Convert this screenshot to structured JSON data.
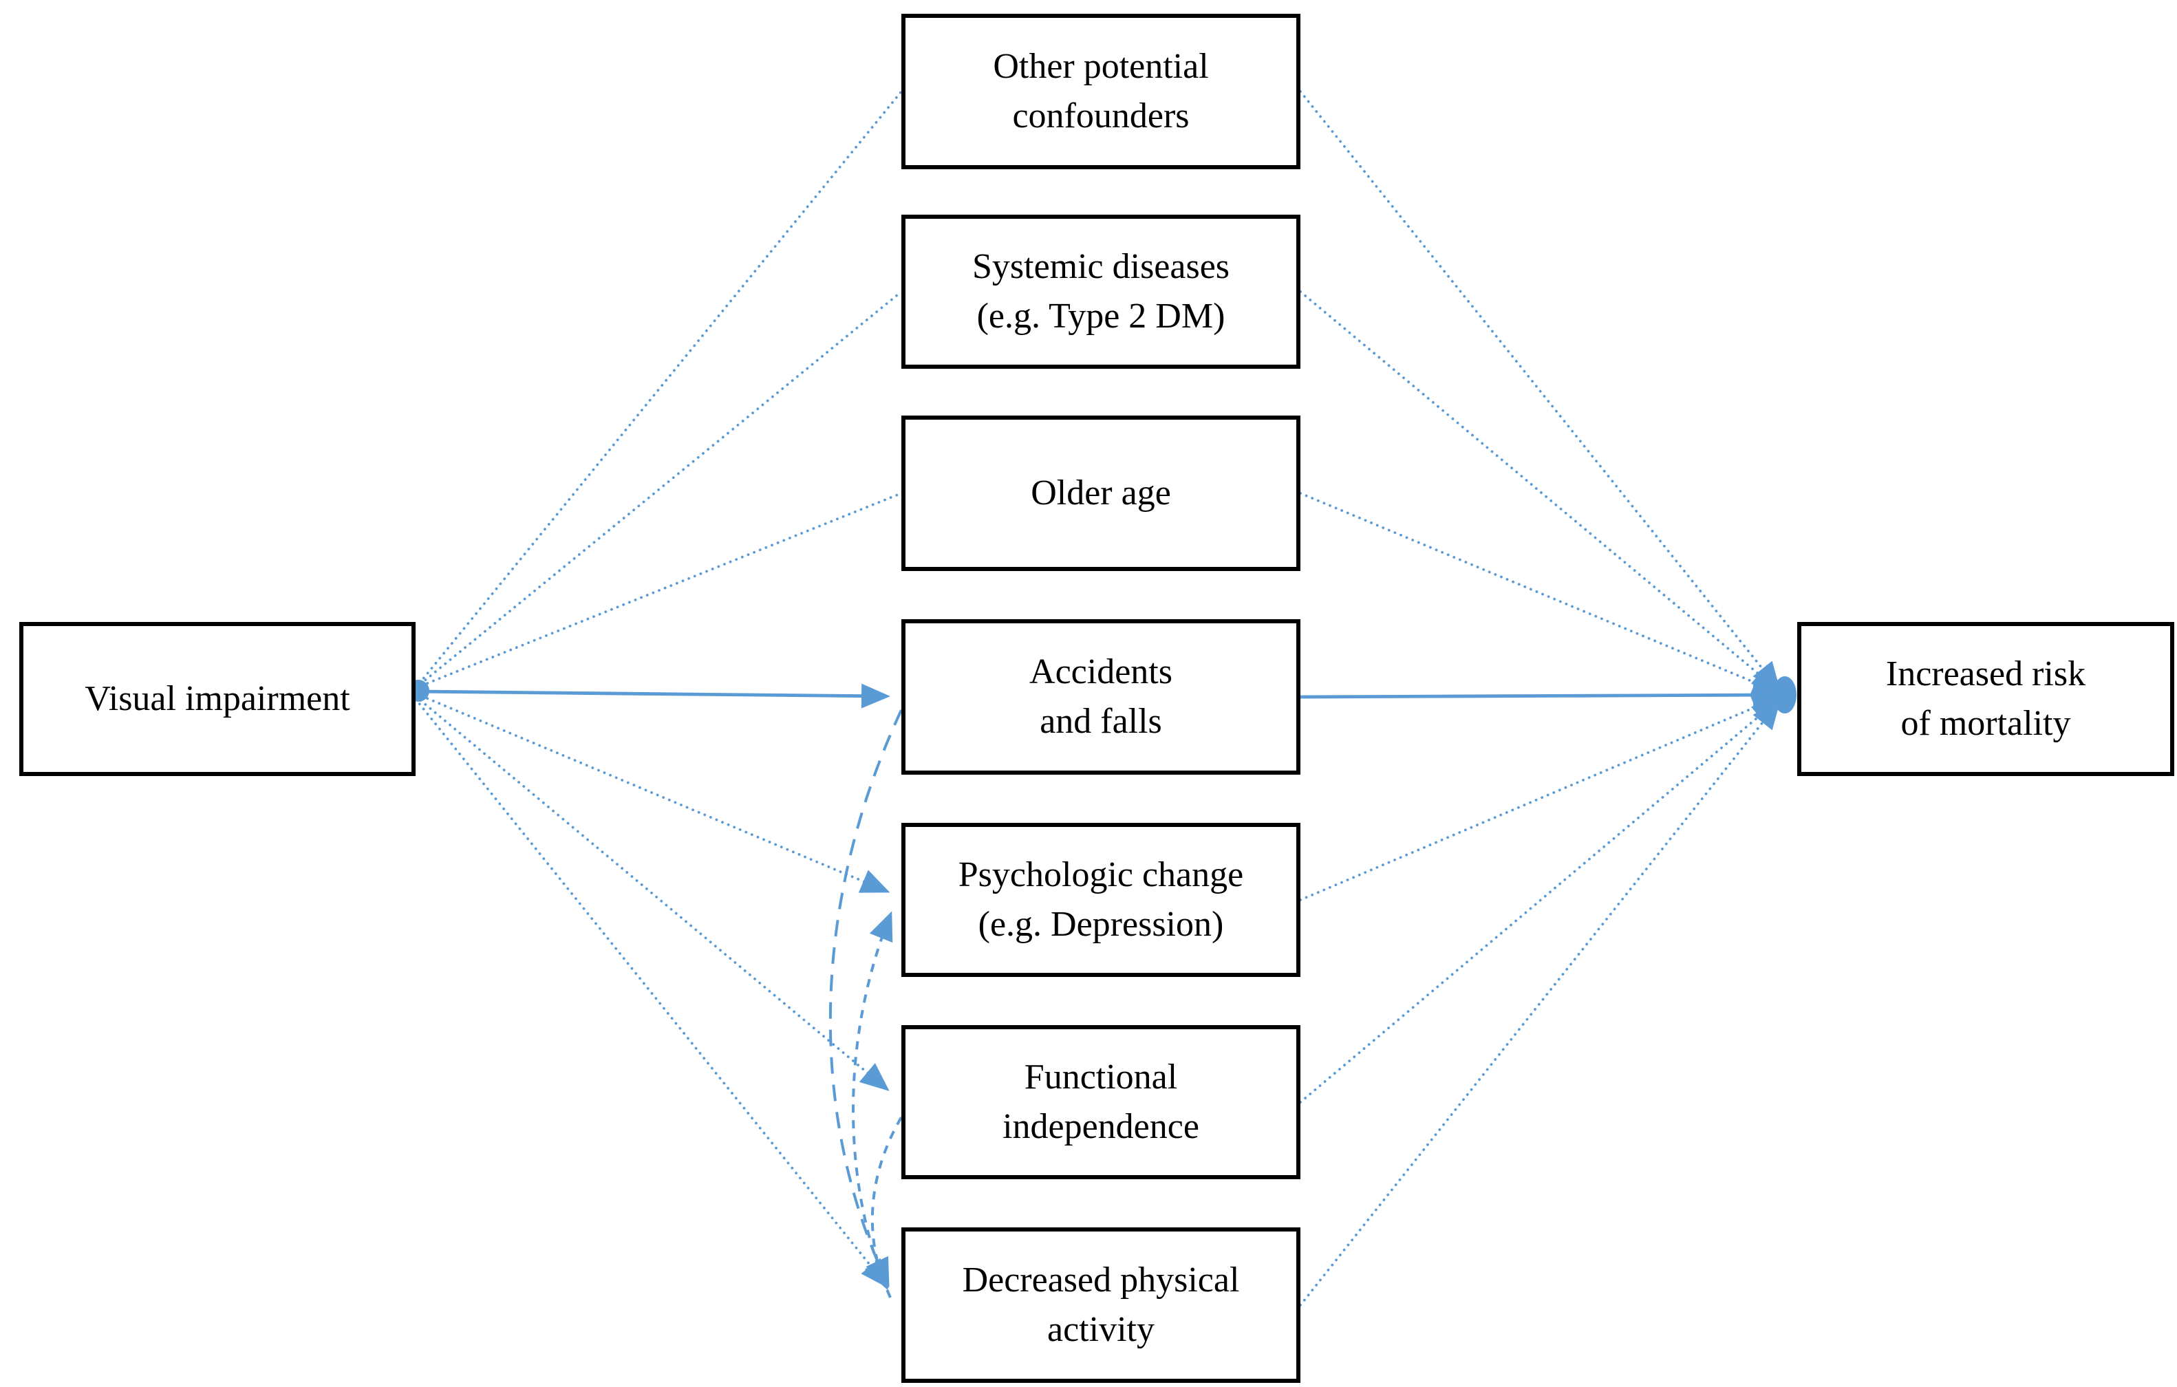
{
  "figure": {
    "background_color": "#ffffff",
    "accent_color": "#5b9bd5",
    "box_border_color": "#000000",
    "text_color": "#000000"
  },
  "nodes": {
    "source": {
      "label": "Visual impairment"
    },
    "mediators": [
      {
        "label": "Other potential\nconfounders"
      },
      {
        "label": "Systemic diseases\n(e.g. Type 2 DM)"
      },
      {
        "label": "Older age"
      },
      {
        "label": "Accidents\nand falls"
      },
      {
        "label": "Psychologic change\n(e.g. Depression)"
      },
      {
        "label": "Functional\nindependence"
      },
      {
        "label": "Decreased physical\nactivity"
      }
    ],
    "target": {
      "label": "Increased risk\nof mortality"
    }
  },
  "edges": [
    {
      "from": "Visual impairment",
      "to": "Other potential confounders",
      "style": "dotted",
      "arrowhead": false
    },
    {
      "from": "Visual impairment",
      "to": "Systemic diseases (e.g. Type 2 DM)",
      "style": "dotted",
      "arrowhead": false
    },
    {
      "from": "Visual impairment",
      "to": "Older age",
      "style": "dotted",
      "arrowhead": false
    },
    {
      "from": "Visual impairment",
      "to": "Accidents and falls",
      "style": "solid",
      "arrowhead": true
    },
    {
      "from": "Visual impairment",
      "to": "Psychologic change (e.g. Depression)",
      "style": "dotted",
      "arrowhead": true
    },
    {
      "from": "Visual impairment",
      "to": "Functional independence",
      "style": "dotted",
      "arrowhead": true
    },
    {
      "from": "Visual impairment",
      "to": "Decreased physical activity",
      "style": "dotted",
      "arrowhead": true
    },
    {
      "from": "Other potential confounders",
      "to": "Increased risk of mortality",
      "style": "dotted",
      "arrowhead": true
    },
    {
      "from": "Systemic diseases (e.g. Type 2 DM)",
      "to": "Increased risk of mortality",
      "style": "dotted",
      "arrowhead": true
    },
    {
      "from": "Older age",
      "to": "Increased risk of mortality",
      "style": "dotted",
      "arrowhead": true
    },
    {
      "from": "Accidents and falls",
      "to": "Increased risk of mortality",
      "style": "solid",
      "arrowhead": true
    },
    {
      "from": "Psychologic change (e.g. Depression)",
      "to": "Increased risk of mortality",
      "style": "dotted",
      "arrowhead": true
    },
    {
      "from": "Functional independence",
      "to": "Increased risk of mortality",
      "style": "dotted",
      "arrowhead": true
    },
    {
      "from": "Decreased physical activity",
      "to": "Increased risk of mortality",
      "style": "dotted",
      "arrowhead": true
    },
    {
      "from": "Accidents and falls",
      "to": "Decreased physical activity",
      "style": "dashed-curve",
      "arrowhead": true
    },
    {
      "from": "Decreased physical activity",
      "to": "Psychologic change (e.g. Depression)",
      "style": "dashed-curve",
      "arrowhead": true
    },
    {
      "from": "Functional independence",
      "to": "Decreased physical activity",
      "style": "dashed-curve",
      "arrowhead": true
    }
  ]
}
